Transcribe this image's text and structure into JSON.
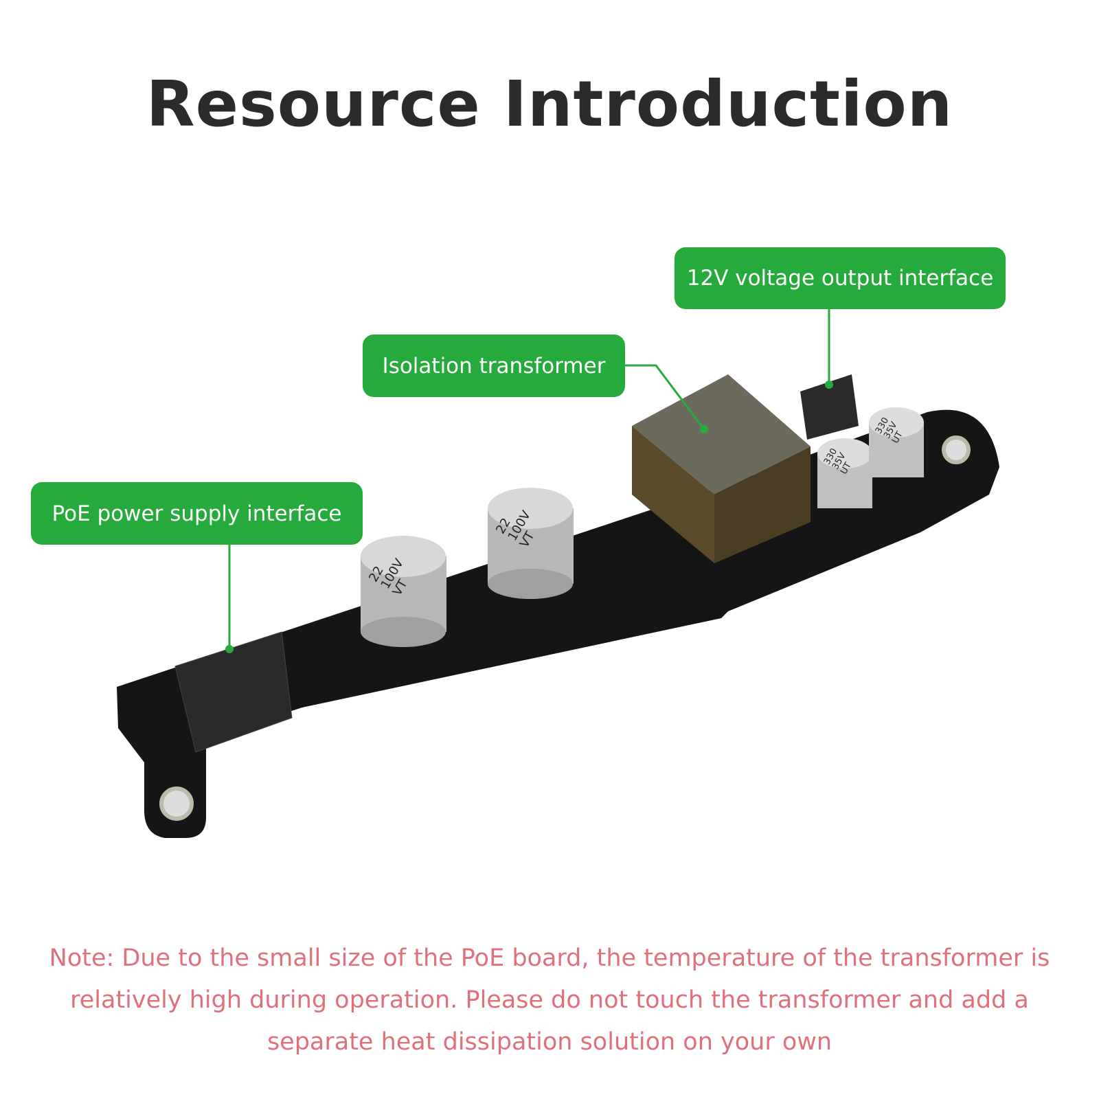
{
  "title": "Resource Introduction",
  "callouts": {
    "output": "12V voltage output interface",
    "transformer": "Isolation transformer",
    "poe": "PoE power supply interface"
  },
  "component_markings": {
    "cap_large": [
      "22",
      "100V",
      "VT"
    ],
    "cap_small": [
      "330",
      "35V",
      "UT"
    ]
  },
  "note": "Note: Due to the small size of the PoE board, the temperature of the transformer is relatively high during operation. Please do not touch the transformer and add a separate heat dissipation solution on your own",
  "colors": {
    "callout": "#26aa3b",
    "note": "#e0707a",
    "title": "#2b2b2b",
    "pcb": "#141414"
  }
}
